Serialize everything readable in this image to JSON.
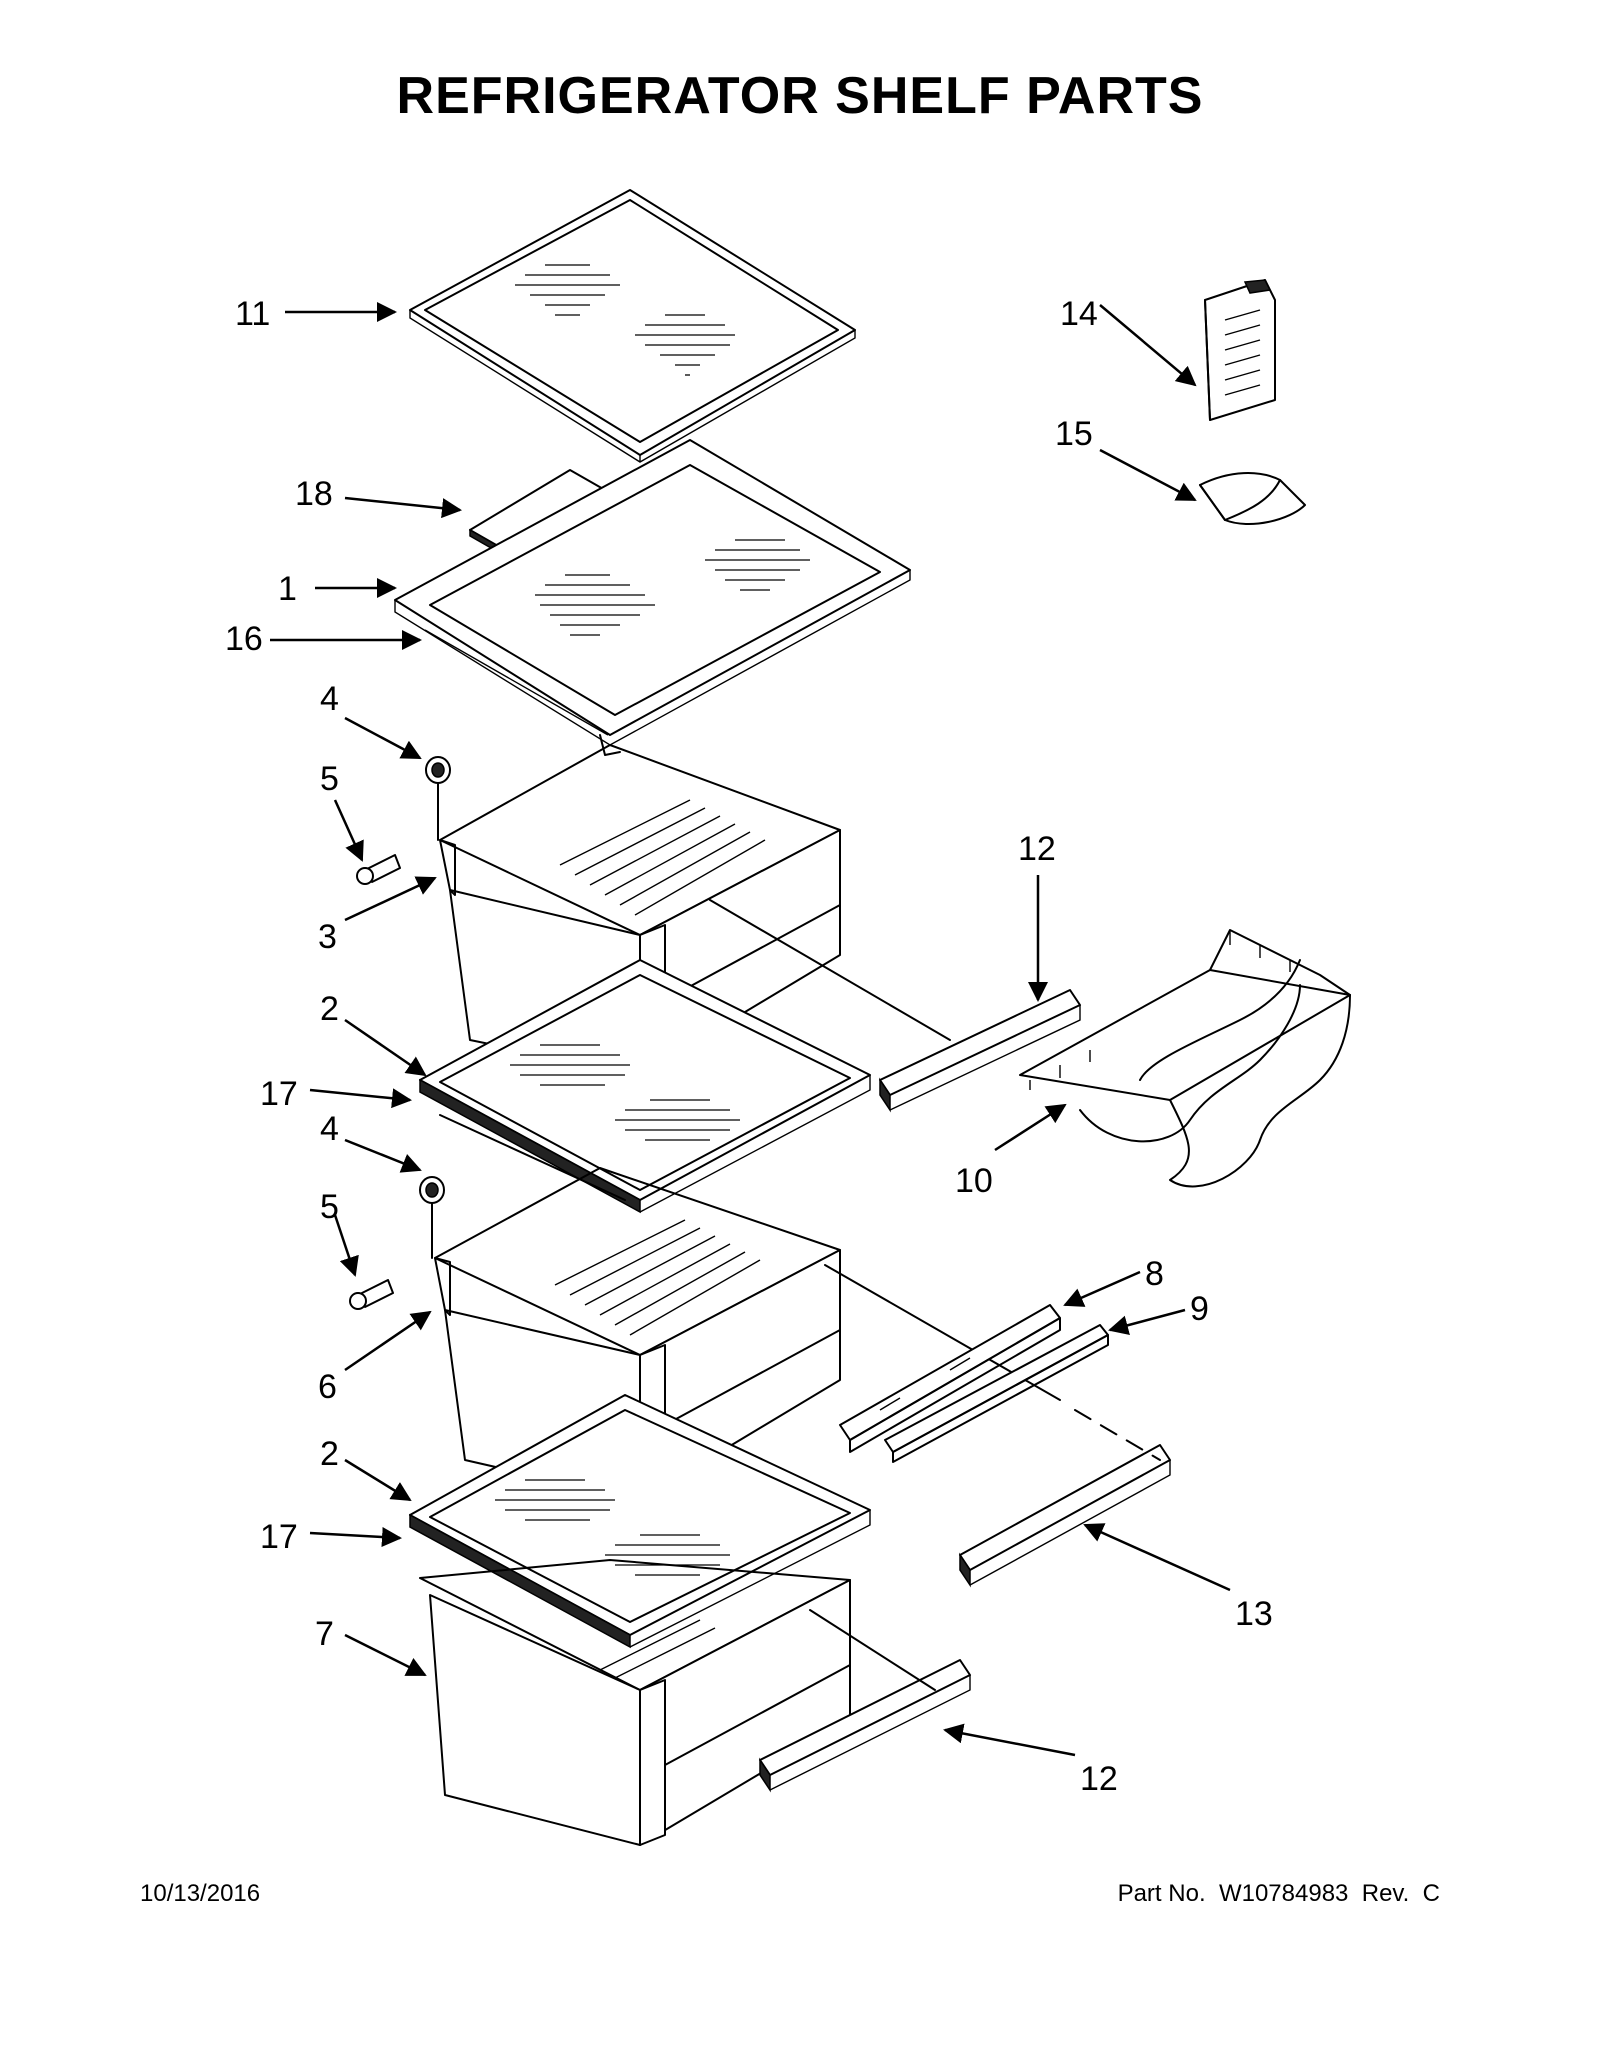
{
  "title": "REFRIGERATOR SHELF PARTS",
  "footer": {
    "date": "10/13/2016",
    "part_label": "Part No.",
    "part_number": "W10784983",
    "rev_label": "Rev.",
    "rev": "C"
  },
  "callouts": [
    "11",
    "14",
    "15",
    "18",
    "1",
    "16",
    "4",
    "5",
    "3",
    "12",
    "2",
    "17",
    "10",
    "4",
    "5",
    "8",
    "9",
    "6",
    "2",
    "17",
    "13",
    "7",
    "12"
  ]
}
